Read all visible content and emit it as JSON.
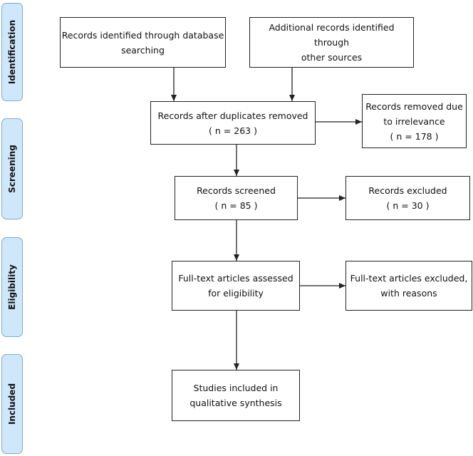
{
  "stages": {
    "identification": "Identification",
    "screening": "Screening",
    "eligibility": "Eligibility",
    "included": "Included"
  },
  "boxes": {
    "database_search": {
      "line1": "Records identified through database",
      "line2": "searching"
    },
    "other_sources": {
      "line1": "Additional records identified through",
      "line2": "other sources"
    },
    "after_duplicates": {
      "line1": "Records after duplicates removed",
      "line2": "( n = 263 )"
    },
    "removed_irrelevance": {
      "line1": "Records removed due",
      "line2": "to irrelevance",
      "line3": "( n = 178 )"
    },
    "screened": {
      "line1": "Records screened",
      "line2": "( n = 85 )"
    },
    "excluded": {
      "line1": "Records excluded",
      "line2": "( n = 30 )"
    },
    "fulltext_assessed": {
      "line1": "Full-text articles assessed",
      "line2": "for eligibility"
    },
    "fulltext_excluded": {
      "line1": "Full-text articles excluded,",
      "line2": "with reasons"
    },
    "included_studies": {
      "line1": "Studies included in",
      "line2": "qualitative synthesis"
    }
  },
  "colors": {
    "stage_fill": "#cfe7fb",
    "stage_border": "#7fa9cf",
    "box_border": "#222222",
    "arrow": "#222222"
  }
}
